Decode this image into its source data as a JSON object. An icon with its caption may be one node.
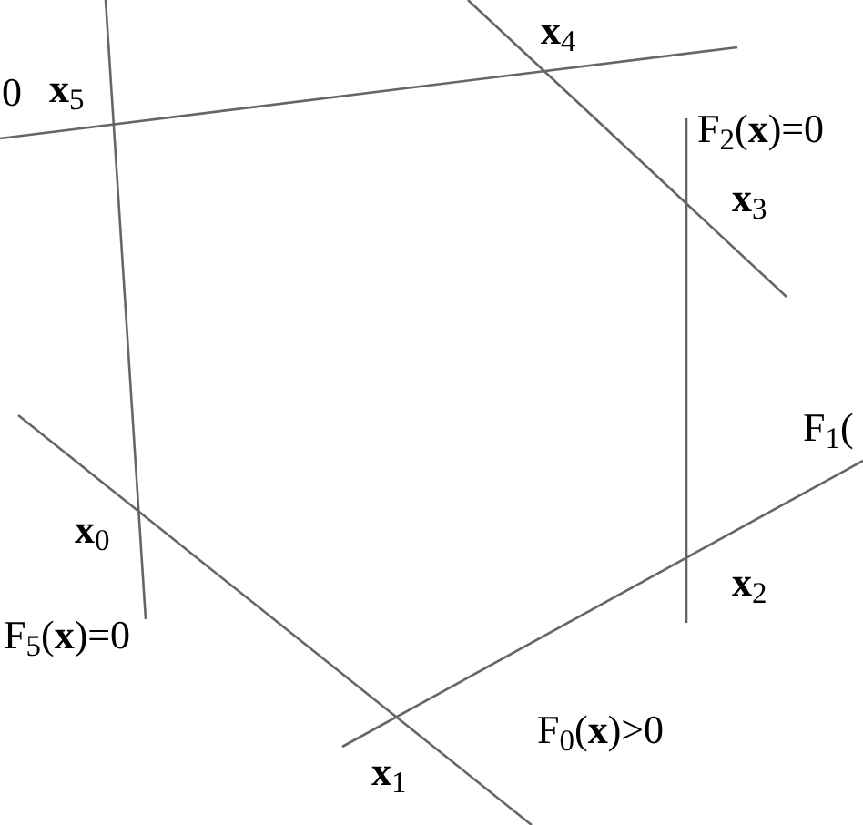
{
  "diagram": {
    "labels": [
      "0",
      "**x**$_{5}$",
      "**x**$_{4}$",
      "F$_{2}$(**x**)=0",
      "**x**$_{3}$",
      "F$_{1}$(",
      "**x**$_{0}$",
      "F$_{5}$(**x**)=0",
      "**x**$_{2}$",
      "F$_{0}$(**x**)>0",
      "**x**$_{1}$"
    ]
  }
}
